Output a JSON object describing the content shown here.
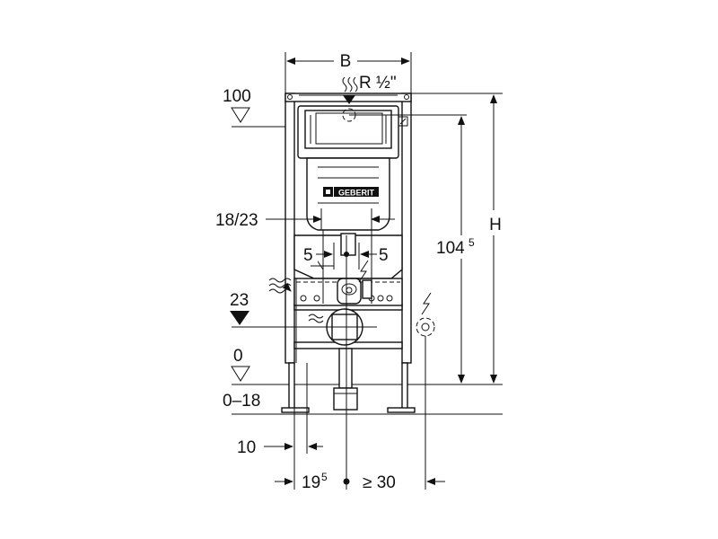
{
  "labels": {
    "width": "B",
    "thread_main": "R ",
    "thread_frac": "½\"",
    "level_100": "100",
    "height": "H",
    "dim_104_base": "104",
    "dim_104_sup": "5",
    "dim_18_23": "18/23",
    "dim_5_left": "5",
    "dim_5_right": "5",
    "level_23": "23",
    "level_0": "0",
    "range_0_18": "0–18",
    "dim_10": "10",
    "dim_19_base": "19",
    "dim_19_sup": "5",
    "dim_ge30": "≥ 30"
  },
  "brand": "GEBERIT",
  "colors": {
    "ink": "#111111",
    "paper": "#ffffff"
  },
  "icons": {
    "water_supply": "wavy-arrow-icon",
    "electric": "lightning-icon",
    "drain": "pipe-icon"
  }
}
